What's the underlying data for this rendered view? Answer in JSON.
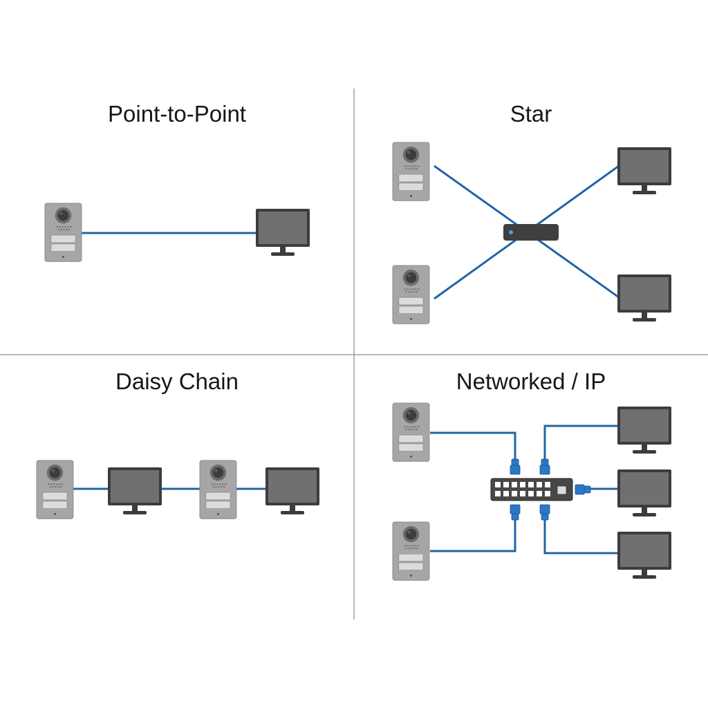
{
  "diagram": {
    "quadrants": [
      {
        "id": "point-to-point",
        "title": "Point-to-Point"
      },
      {
        "id": "star",
        "title": "Star"
      },
      {
        "id": "daisy-chain",
        "title": "Daisy Chain"
      },
      {
        "id": "networked-ip",
        "title": "Networked / IP"
      }
    ],
    "colors": {
      "cable": "#1f64a6",
      "panel": "#a6a6a6",
      "monitor": "#3c3c3c",
      "screen": "#707070",
      "switch": "#474747",
      "connector": "#2a78c8"
    },
    "icons": [
      "door-intercom-panel-icon",
      "monitor-icon",
      "hub-icon",
      "network-switch-icon",
      "rj45-connector-icon"
    ]
  }
}
